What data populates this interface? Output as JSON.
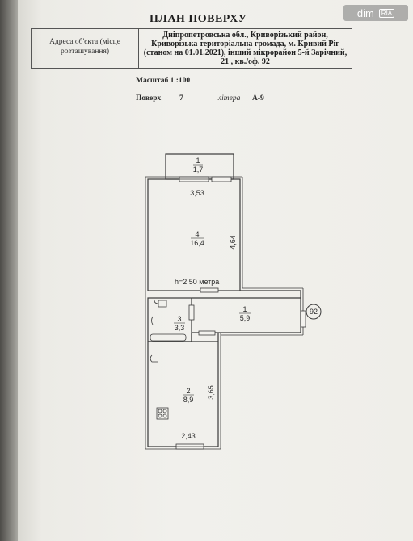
{
  "watermark": {
    "brand": "dim",
    "logo": "RIA"
  },
  "document": {
    "title": "ПЛАН ПОВЕРХУ",
    "address_label": "Адреса об'єкта (місце розташування)",
    "address_value": "Дніпропетровська обл., Криворізький район, Криворізька територіальна громада, м. Кривий Ріг (станом на 01.01.2021), інший мікрорайон 5-й Зарічний, 21 , кв./оф. 92",
    "scale_label": "Масштаб 1 :100",
    "floor_label": "Поверх",
    "floor_value": "7",
    "letter_label": "літера",
    "letter_value": "А-9"
  },
  "plan": {
    "apartment_number": "92",
    "height_note": "h=2,50 метра",
    "rooms": [
      {
        "number": "1",
        "area": "1,7"
      },
      {
        "number": "4",
        "area": "16,4"
      },
      {
        "number": "3",
        "area": "3,3"
      },
      {
        "number": "1",
        "area": "5,9"
      },
      {
        "number": "2",
        "area": "8,9"
      }
    ],
    "dimensions": [
      "3,53",
      "4,64",
      "3,65",
      "2,43"
    ]
  },
  "colors": {
    "line": "#3a3a3a",
    "paper": "#f0efea"
  }
}
